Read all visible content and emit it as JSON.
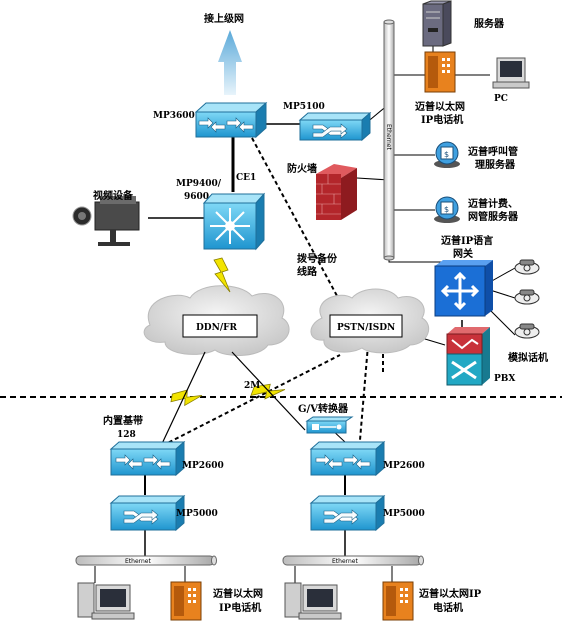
{
  "labels": {
    "uplink": "接上级网",
    "mp3600": "MP3600",
    "mp5100": "MP5100",
    "ce1": "CE1",
    "mp9400_line1": "MP9400/",
    "mp9400_line2": "9600",
    "video_device": "视频设备",
    "firewall": "防火墙",
    "dialup_backup_line1": "拨号备份",
    "dialup_backup_line2": "线路",
    "ddn_fr": "DDN/FR",
    "pstn_isdn": "PSTN/ISDN",
    "server": "服务器",
    "pc": "PC",
    "ip_phone_top_line1": "迈普以太网",
    "ip_phone_top_line2": "IP电话机",
    "call_mgmt_line1": "迈普呼叫管",
    "call_mgmt_line2": "理服务器",
    "billing_line1": "迈普计费、",
    "billing_line2": "网管服务器",
    "voice_gw_line1": "迈普IP语言",
    "voice_gw_line2": "网关",
    "analog_phone": "模拟话机",
    "pbx": "PBX",
    "ethernet_backbone": "Ethernet",
    "leased_line_1": "内置基带",
    "leased_line_2": "128",
    "rate_2m": "2M",
    "gv_converter": "G/V转换器",
    "mp2600_left": "MP2600",
    "mp2600_right": "MP2600",
    "mp5000_left": "MP5000",
    "mp5000_right": "MP5000",
    "ethernet_left": "Ethernet",
    "ethernet_right": "Ethernet",
    "ip_phone_bl_line1": "迈普以太网",
    "ip_phone_bl_line2": "IP电话机",
    "ip_phone_br_line1": "迈普以太网IP",
    "ip_phone_br_line2": "电话机"
  },
  "colors": {
    "device_blue": "#38b8e8",
    "device_edge": "#1f6f9a",
    "cloud": "#dcdcdc",
    "firewall_red": "#b3262b",
    "gw_blue": "#1b6fd6",
    "pbx_red": "#c8323a",
    "pbx_teal": "#22a8c4",
    "lightning": "#f2e400",
    "phone_orange": "#e8821e"
  },
  "icons": [
    "uplink-arrow-icon",
    "router-icon",
    "switch-icon",
    "cloud-icon",
    "firewall-icon",
    "server-icon",
    "pc-icon",
    "ip-phone-icon",
    "analog-phone-icon",
    "gateway-icon",
    "pbx-icon",
    "video-camera-icon",
    "lightning-icon",
    "converter-icon"
  ]
}
